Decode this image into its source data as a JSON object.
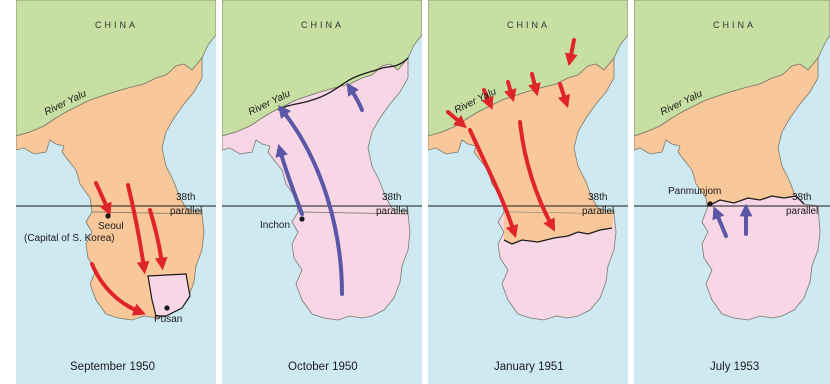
{
  "colors": {
    "sea": "#cfe9f2",
    "china": "#c8dfa3",
    "north_korea": "#f8c79a",
    "south_korea": "#f7d6e6",
    "arrow_red": "#e0252a",
    "arrow_blue": "#5b57a6",
    "line": "#1a1a1a"
  },
  "panels": [
    {
      "china_label": "CHINA",
      "river_label": "River Yalu",
      "parallel_label_line1": "38th",
      "parallel_label_line2": "parallel",
      "city1_label": "Seoul",
      "city1_sublabel": "(Capital of S. Korea)",
      "city2_label": "Pusan",
      "caption": "September 1950"
    },
    {
      "china_label": "CHINA",
      "river_label": "River Yalu",
      "parallel_label_line1": "38th",
      "parallel_label_line2": "parallel",
      "city1_label": "Inchon",
      "caption": "October 1950"
    },
    {
      "china_label": "CHINA",
      "river_label": "River Yalu",
      "parallel_label_line1": "38th",
      "parallel_label_line2": "parallel",
      "caption": "January 1951"
    },
    {
      "china_label": "CHINA",
      "river_label": "River Yalu",
      "parallel_label_line1": "38th",
      "parallel_label_line2": "parallel",
      "city1_label": "Panmunjom",
      "caption": "July 1953"
    }
  ]
}
